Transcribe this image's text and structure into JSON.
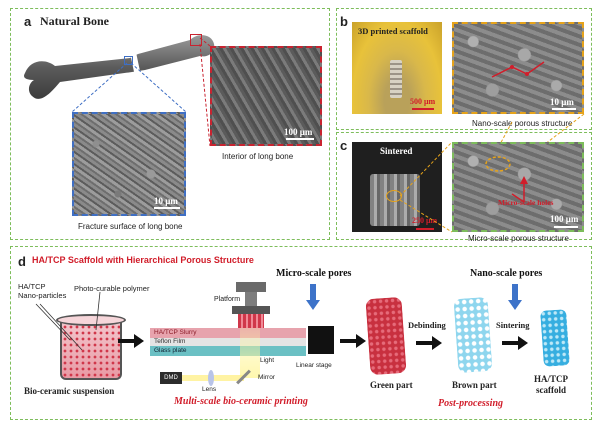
{
  "panel_a": {
    "label": "a",
    "title": "Natural Bone",
    "fracture_scale": "10 μm",
    "fracture_caption": "Fracture surface of long bone",
    "interior_scale": "100 μm",
    "interior_caption": "Interior of long bone"
  },
  "panel_b": {
    "label": "b",
    "photo_title": "3D printed scaffold",
    "photo_scale": "500 μm",
    "sem_scale": "10 μm",
    "sem_caption": "Nano-scale porous structure"
  },
  "panel_c": {
    "label": "c",
    "photo_title": "Sintered",
    "photo_scale": "250 μm",
    "sem_scale": "100 μm",
    "sem_annotation": "Micro-scale holes",
    "sem_caption": "Micro-scale porous structure"
  },
  "panel_d": {
    "label": "d",
    "title": "HA/TCP Scaffold with Hierarchical Porous Structure",
    "hatcp_label": "HA/TCP\nNano-particles",
    "polymer_label": "Photo-curable polymer",
    "suspension_label": "Bio-ceramic suspension",
    "platform_label": "Platform",
    "slurry_label": "HA/TCP Slurry",
    "teflon_label": "Teflon Film",
    "glass_label": "Glass plate",
    "light_label": "Light",
    "dmd_label": "DMD",
    "lens_label": "Lens",
    "mirror_label": "Mirror",
    "stage_label": "Linear stage",
    "micro_pores": "Micro-scale pores",
    "nano_pores": "Nano-scale pores",
    "printing_label": "Multi-scale bio-ceramic printing",
    "debinding_label": "Debinding",
    "sintering_label": "Sintering",
    "green_label": "Green part",
    "brown_label": "Brown part",
    "scaffold_label": "HA/TCP\nscaffold",
    "post_label": "Post-processing"
  },
  "colors": {
    "panel_border": "#7dbd5b",
    "accent_red": "#d11d2a",
    "arrow_blue": "#3d73c9",
    "zoom_blue": "#3f6fc4",
    "zoom_red": "#c92330",
    "zoom_orange": "#e6a31a",
    "green_part": "#c8303f",
    "brown_part": "#8fd6ee",
    "scaffold": "#36aee0"
  }
}
